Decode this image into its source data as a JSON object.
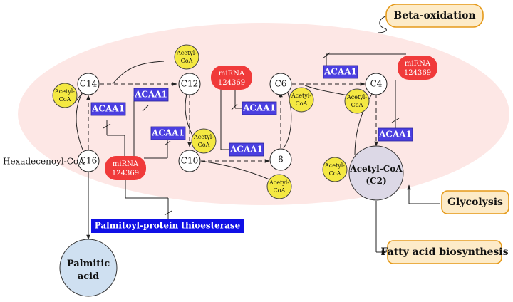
{
  "nodes": {
    "c16": "C16",
    "c14": "C14",
    "c12": "C12",
    "c10": "C10",
    "c8": "8",
    "c6": "C6",
    "c4": "C4"
  },
  "acetyl_coa": {
    "line1": "Acetyl-",
    "line2": "CoA"
  },
  "enzyme": "ACAA1",
  "mirna": {
    "line1": "miRNA",
    "line2": "124369"
  },
  "labels": {
    "hexadecenoyl": "Hexadecenoyl-CoA",
    "beta_oxidation": "Beta-oxidation",
    "palmitoyl_thioesterase": "Palmitoyl-protein thioesterase",
    "palmitic_line1": "Palmitic",
    "palmitic_line2": "acid",
    "acetyl_c2_line1": "Acetyl-CoA",
    "acetyl_c2_line2": "(C2)",
    "glycolysis": "Glycolysis",
    "fatty_acid_biosynthesis": "Fatty acid biosynthesis"
  },
  "colors": {
    "ellipse_fill": "#fde3e1",
    "acetyl_yellow": "#f4e842",
    "enzyme_blue": "#4b3fe0",
    "mirna_red": "#f03a3a",
    "thioesterase_blue": "#1010e6",
    "palmitic_fill": "#cfe0f1",
    "acetyl_c2_fill": "#dcd8e6",
    "orange_box_fill": "#fdebc8",
    "orange_box_stroke": "#e59a1a"
  }
}
